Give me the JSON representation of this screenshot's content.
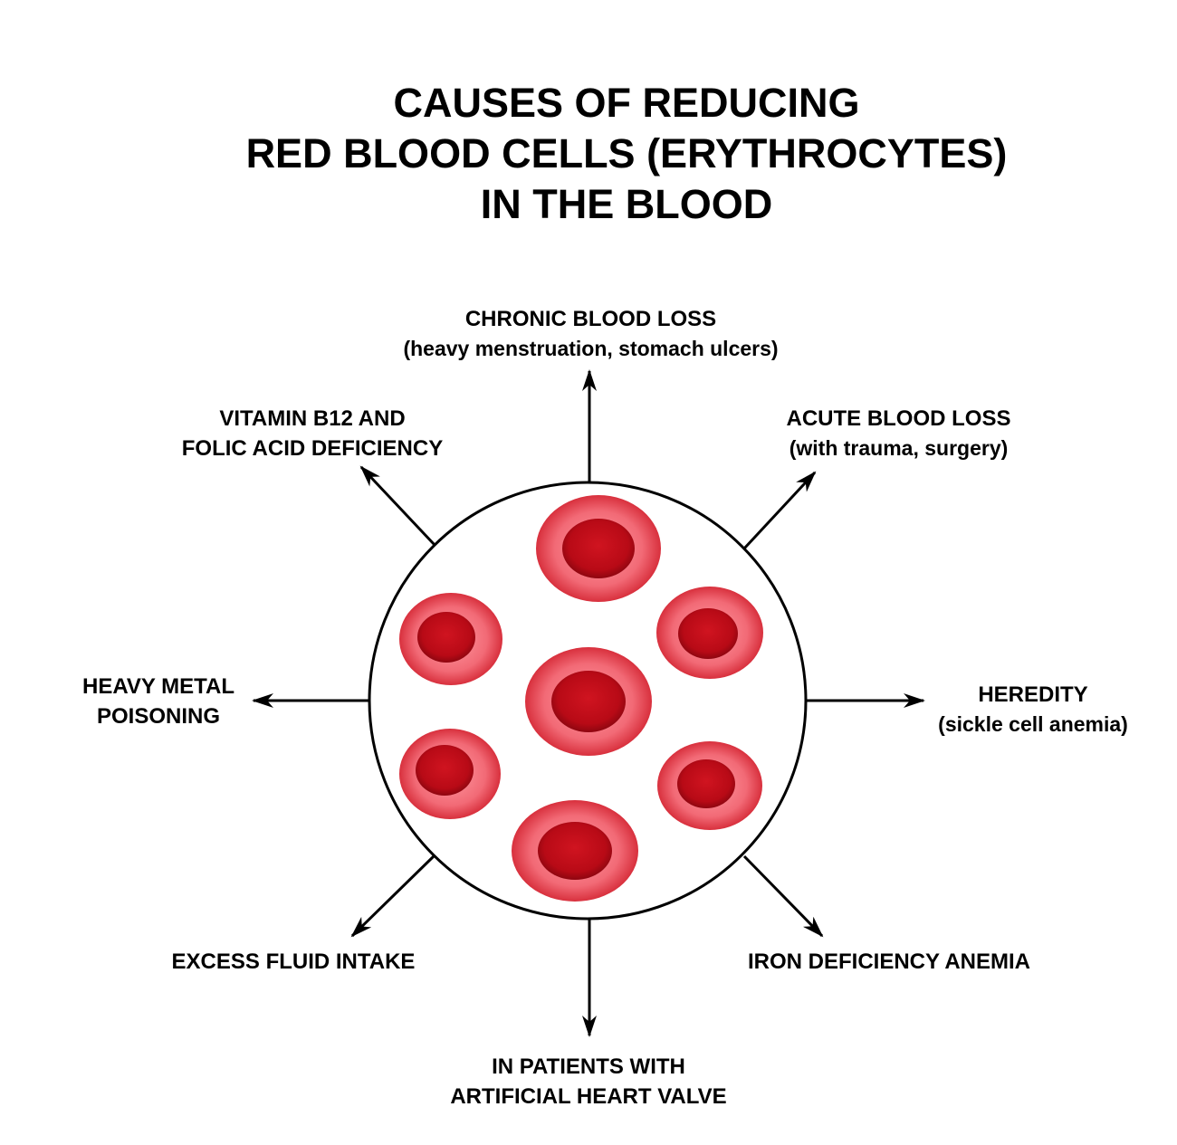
{
  "title": {
    "line1": "CAUSES OF REDUCING",
    "line2": "RED BLOOD CELLS (ERYTHROCYTES)",
    "line3": "IN THE BLOOD"
  },
  "causes": {
    "top": {
      "title": "CHRONIC BLOOD LOSS",
      "sub": "(heavy menstruation, stomach ulcers)"
    },
    "top_right": {
      "title": "ACUTE BLOOD LOSS",
      "sub": "(with trauma, surgery)"
    },
    "right": {
      "title": "HEREDITY",
      "sub": "(sickle cell anemia)"
    },
    "bottom_right": {
      "title": "IRON DEFICIENCY ANEMIA"
    },
    "bottom": {
      "line1": "IN PATIENTS WITH",
      "line2": "ARTIFICIAL HEART VALVE"
    },
    "bottom_left": {
      "title": "EXCESS FLUID INTAKE"
    },
    "left": {
      "line1": "HEAVY METAL",
      "line2": "POISONING"
    },
    "top_left": {
      "line1": "VITAMIN B12 AND",
      "line2": "FOLIC ACID DEFICIENCY"
    }
  },
  "colors": {
    "cell_rim": "#f07d86",
    "cell_core": "#c8101c",
    "outline": "#000000"
  }
}
